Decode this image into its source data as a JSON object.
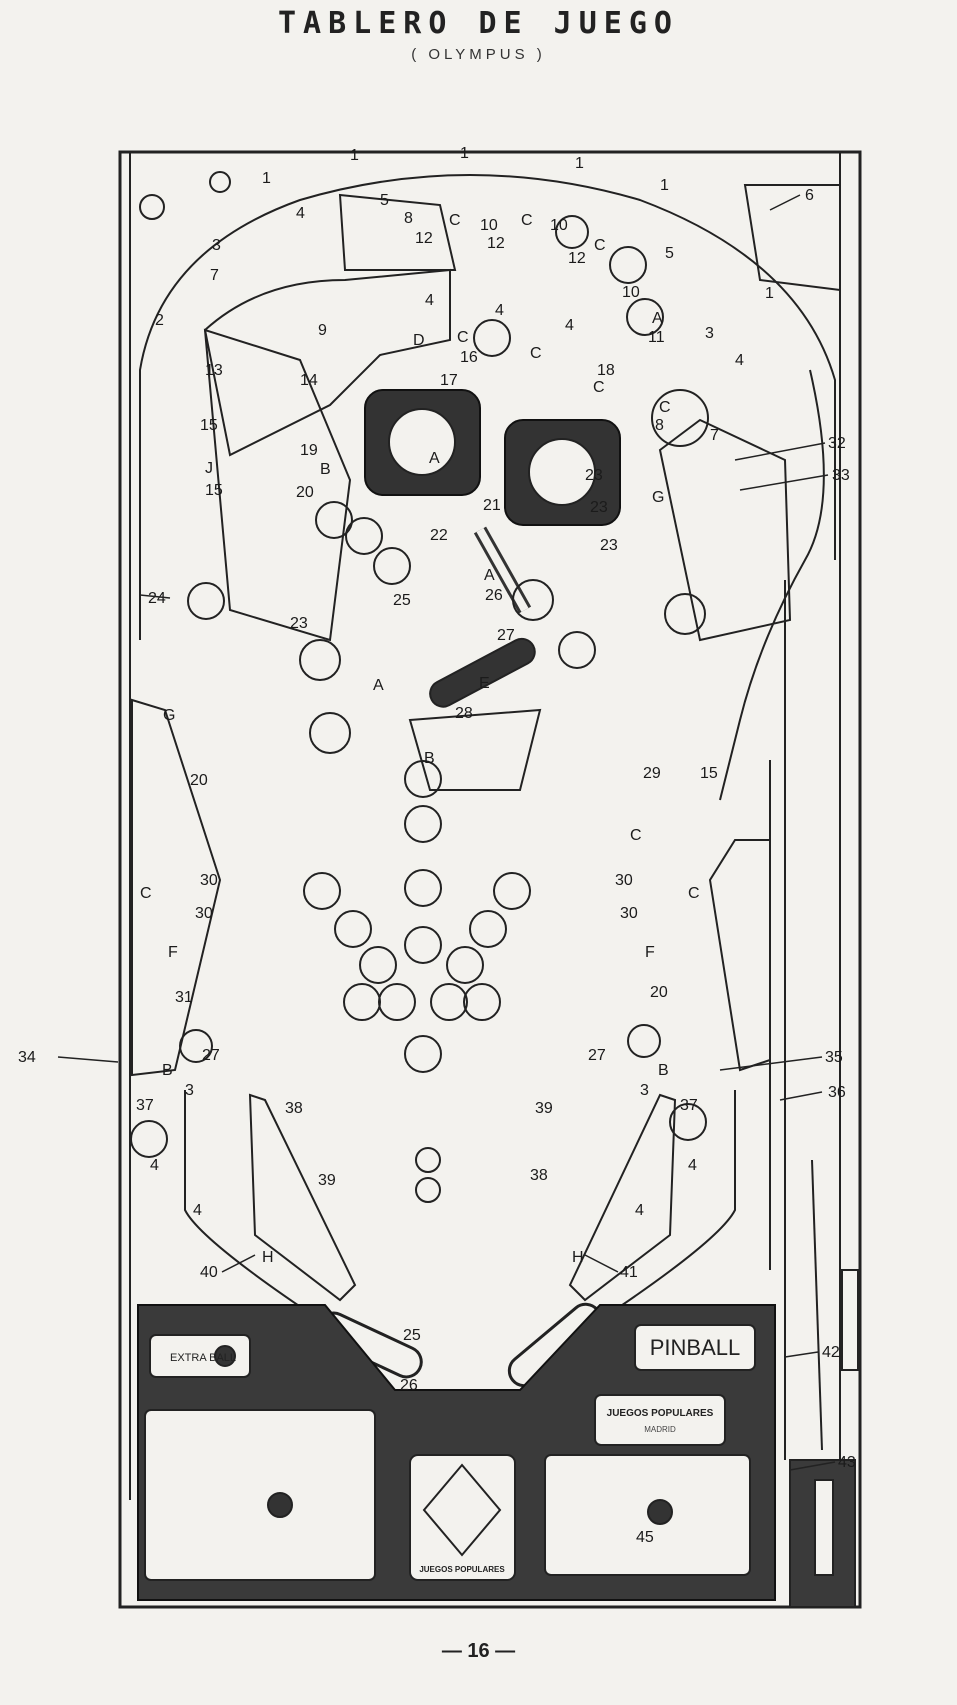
{
  "page": {
    "title": "TABLERO DE JUEGO",
    "subtitle": "( OLYMPUS )",
    "page_number": "— 16 —"
  },
  "playfield": {
    "extra_ball_label": "EXTRA BALL",
    "pinball_label": "PINBALL",
    "maker_label": "JUEGOS POPULARES",
    "logo_caption": "JUEGOS POPULARES",
    "maker_detail": "MADRID"
  },
  "callouts": [
    {
      "id": "n1a",
      "text": "1"
    },
    {
      "id": "n1b",
      "text": "1"
    },
    {
      "id": "n1c",
      "text": "1"
    },
    {
      "id": "n1d",
      "text": "1"
    },
    {
      "id": "n1e",
      "text": "1"
    },
    {
      "id": "n1f",
      "text": "1"
    },
    {
      "id": "n2",
      "text": "2"
    },
    {
      "id": "n3a",
      "text": "3"
    },
    {
      "id": "n3b",
      "text": "3"
    },
    {
      "id": "n3c",
      "text": "3"
    },
    {
      "id": "n3d",
      "text": "3"
    },
    {
      "id": "n4a",
      "text": "4"
    },
    {
      "id": "n4b",
      "text": "4"
    },
    {
      "id": "n4c",
      "text": "4"
    },
    {
      "id": "n4d",
      "text": "4"
    },
    {
      "id": "n4e",
      "text": "4"
    },
    {
      "id": "n4f",
      "text": "4"
    },
    {
      "id": "n4g",
      "text": "4"
    },
    {
      "id": "n4h",
      "text": "4"
    },
    {
      "id": "n4i",
      "text": "4"
    },
    {
      "id": "n5a",
      "text": "5"
    },
    {
      "id": "n5b",
      "text": "5"
    },
    {
      "id": "n6",
      "text": "6"
    },
    {
      "id": "n7a",
      "text": "7"
    },
    {
      "id": "n7b",
      "text": "7"
    },
    {
      "id": "n8a",
      "text": "8"
    },
    {
      "id": "n8b",
      "text": "8"
    },
    {
      "id": "n9",
      "text": "9"
    },
    {
      "id": "n10a",
      "text": "10"
    },
    {
      "id": "n10b",
      "text": "10"
    },
    {
      "id": "n10c",
      "text": "10"
    },
    {
      "id": "n11",
      "text": "11"
    },
    {
      "id": "n12a",
      "text": "12"
    },
    {
      "id": "n12b",
      "text": "12"
    },
    {
      "id": "n12c",
      "text": "12"
    },
    {
      "id": "n13",
      "text": "13"
    },
    {
      "id": "n14",
      "text": "14"
    },
    {
      "id": "n15a",
      "text": "15"
    },
    {
      "id": "n15b",
      "text": "15"
    },
    {
      "id": "n15c",
      "text": "15"
    },
    {
      "id": "n16",
      "text": "16"
    },
    {
      "id": "n17",
      "text": "17"
    },
    {
      "id": "n18",
      "text": "18"
    },
    {
      "id": "n19",
      "text": "19"
    },
    {
      "id": "n20a",
      "text": "20"
    },
    {
      "id": "n20b",
      "text": "20"
    },
    {
      "id": "n20c",
      "text": "20"
    },
    {
      "id": "n21",
      "text": "21"
    },
    {
      "id": "n22",
      "text": "22"
    },
    {
      "id": "n23a",
      "text": "23"
    },
    {
      "id": "n23b",
      "text": "23"
    },
    {
      "id": "n23c",
      "text": "23"
    },
    {
      "id": "n23d",
      "text": "23"
    },
    {
      "id": "n24",
      "text": "24"
    },
    {
      "id": "n25a",
      "text": "25"
    },
    {
      "id": "n25b",
      "text": "25"
    },
    {
      "id": "n26a",
      "text": "26"
    },
    {
      "id": "n26b",
      "text": "26"
    },
    {
      "id": "n27a",
      "text": "27"
    },
    {
      "id": "n27b",
      "text": "27"
    },
    {
      "id": "n27c",
      "text": "27"
    },
    {
      "id": "n28",
      "text": "28"
    },
    {
      "id": "n29",
      "text": "29"
    },
    {
      "id": "n30a",
      "text": "30"
    },
    {
      "id": "n30b",
      "text": "30"
    },
    {
      "id": "n30c",
      "text": "30"
    },
    {
      "id": "n30d",
      "text": "30"
    },
    {
      "id": "n31",
      "text": "31"
    },
    {
      "id": "n32",
      "text": "32"
    },
    {
      "id": "n33",
      "text": "33"
    },
    {
      "id": "n34",
      "text": "34"
    },
    {
      "id": "n35",
      "text": "35"
    },
    {
      "id": "n36",
      "text": "36"
    },
    {
      "id": "n37a",
      "text": "37"
    },
    {
      "id": "n37b",
      "text": "37"
    },
    {
      "id": "n38a",
      "text": "38"
    },
    {
      "id": "n38b",
      "text": "38"
    },
    {
      "id": "n39a",
      "text": "39"
    },
    {
      "id": "n39b",
      "text": "39"
    },
    {
      "id": "n40",
      "text": "40"
    },
    {
      "id": "n41",
      "text": "41"
    },
    {
      "id": "n42",
      "text": "42"
    },
    {
      "id": "n43",
      "text": "43"
    },
    {
      "id": "n45",
      "text": "45"
    },
    {
      "id": "lA1",
      "text": "A"
    },
    {
      "id": "lA2",
      "text": "A"
    },
    {
      "id": "lA3",
      "text": "A"
    },
    {
      "id": "lA4",
      "text": "A"
    },
    {
      "id": "lB1",
      "text": "B"
    },
    {
      "id": "lB2",
      "text": "B"
    },
    {
      "id": "lB3",
      "text": "B"
    },
    {
      "id": "lB4",
      "text": "B"
    },
    {
      "id": "lC1",
      "text": "C"
    },
    {
      "id": "lC2",
      "text": "C"
    },
    {
      "id": "lC3",
      "text": "C"
    },
    {
      "id": "lC4",
      "text": "C"
    },
    {
      "id": "lC5",
      "text": "C"
    },
    {
      "id": "lC6",
      "text": "C"
    },
    {
      "id": "lC7",
      "text": "C"
    },
    {
      "id": "lC8",
      "text": "C"
    },
    {
      "id": "lC9",
      "text": "C"
    },
    {
      "id": "lC10",
      "text": "C"
    },
    {
      "id": "lD",
      "text": "D"
    },
    {
      "id": "lE",
      "text": "E"
    },
    {
      "id": "lF1",
      "text": "F"
    },
    {
      "id": "lF2",
      "text": "F"
    },
    {
      "id": "lG1",
      "text": "G"
    },
    {
      "id": "lG2",
      "text": "G"
    },
    {
      "id": "lH1",
      "text": "H"
    },
    {
      "id": "lH2",
      "text": "H"
    },
    {
      "id": "lJ",
      "text": "J"
    }
  ]
}
